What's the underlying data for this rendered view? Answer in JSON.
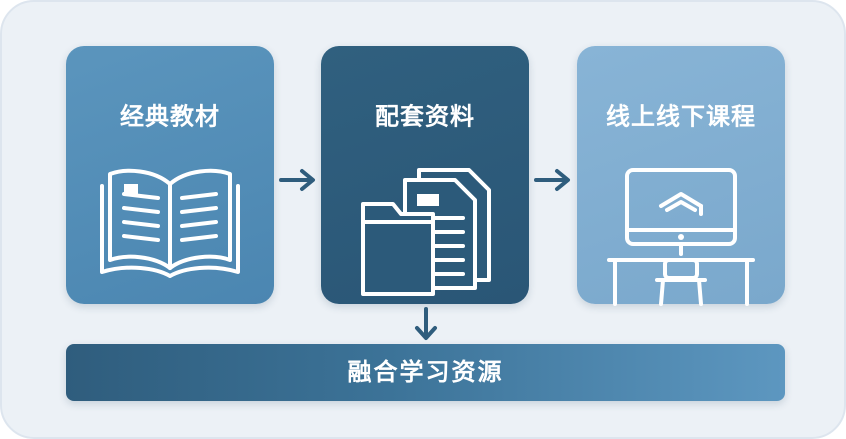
{
  "panels": [
    {
      "title": "经典教材",
      "icon": "open-book-icon"
    },
    {
      "title": "配套资料",
      "icon": "folder-documents-icon"
    },
    {
      "title": "线上线下课程",
      "icon": "classroom-monitor-icon"
    }
  ],
  "bottom": {
    "label": "融合学习资源"
  },
  "colors": {
    "panel_1": "#4f8ab4",
    "panel_2": "#2c5a7a",
    "panel_3": "#7eabcf",
    "arrow": "#2f5d7d",
    "frame": "#ecf1f6"
  }
}
